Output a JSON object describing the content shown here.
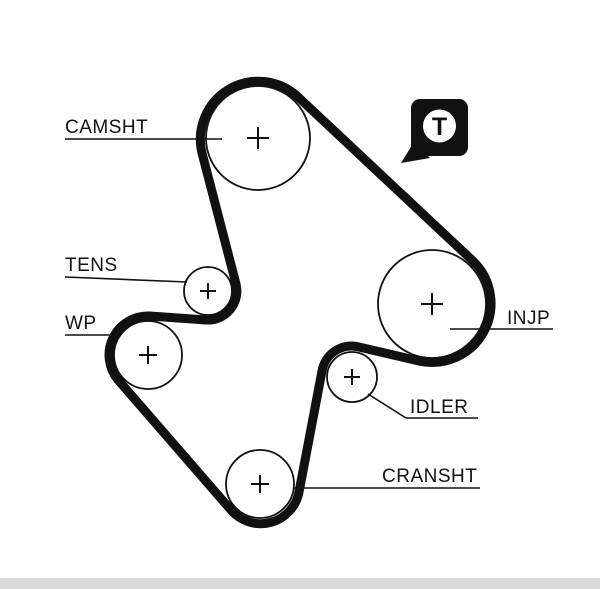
{
  "diagram": {
    "type": "timing-belt-routing",
    "background_color": "#ffffff",
    "belt_color": "#111111",
    "line_color": "#111111",
    "labels": {
      "camsht": "CAMSHT",
      "tens": "TENS",
      "wp": "WP",
      "injp": "INJP",
      "idler": "IDLER",
      "cransht": "CRANSHT"
    },
    "badge": {
      "letter": "T"
    }
  }
}
